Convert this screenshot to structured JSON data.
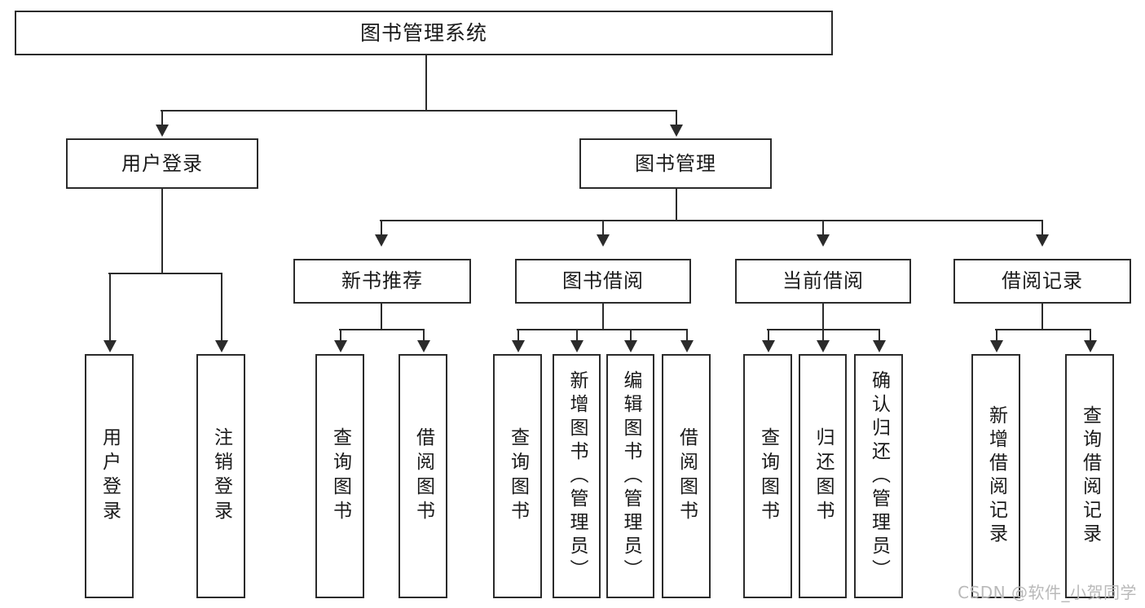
{
  "diagram": {
    "title": "图书管理系统",
    "type": "tree",
    "watermark": "CSDN @软件_小贺同学",
    "colors": {
      "stroke": "#2b2b2b",
      "fill": "#ffffff",
      "text": "#1a1a1a",
      "watermark": "#b9b9b9"
    },
    "nodes": {
      "root": {
        "label": "图书管理系统",
        "level": 1
      },
      "level2": [
        {
          "id": "user-login",
          "label": "用户登录"
        },
        {
          "id": "book-manage",
          "label": "图书管理"
        }
      ],
      "level3": [
        {
          "id": "new-book-recommend",
          "label": "新书推荐",
          "parent": "book-manage"
        },
        {
          "id": "book-borrow",
          "label": "图书借阅",
          "parent": "book-manage"
        },
        {
          "id": "current-borrow",
          "label": "当前借阅",
          "parent": "book-manage"
        },
        {
          "id": "borrow-record",
          "label": "借阅记录",
          "parent": "book-manage"
        }
      ],
      "leaves": [
        {
          "id": "leaf-user-login",
          "label": "用户登录",
          "parent": "user-login"
        },
        {
          "id": "leaf-user-logout",
          "label": "注销登录",
          "parent": "user-login"
        },
        {
          "id": "leaf-query-book-1",
          "label": "查询图书",
          "parent": "new-book-recommend"
        },
        {
          "id": "leaf-borrow-book-1",
          "label": "借阅图书",
          "parent": "new-book-recommend"
        },
        {
          "id": "leaf-query-book-2",
          "label": "查询图书",
          "parent": "book-borrow"
        },
        {
          "id": "leaf-add-book",
          "label": "新增图书（管理员）",
          "parent": "book-borrow"
        },
        {
          "id": "leaf-edit-book",
          "label": "编辑图书（管理员）",
          "parent": "book-borrow"
        },
        {
          "id": "leaf-borrow-book-2",
          "label": "借阅图书",
          "parent": "book-borrow"
        },
        {
          "id": "leaf-query-book-3",
          "label": "查询图书",
          "parent": "current-borrow"
        },
        {
          "id": "leaf-return-book",
          "label": "归还图书",
          "parent": "current-borrow"
        },
        {
          "id": "leaf-confirm-return",
          "label": "确认归还（管理员）",
          "parent": "current-borrow"
        },
        {
          "id": "leaf-add-record",
          "label": "新增借阅记录",
          "parent": "borrow-record"
        },
        {
          "id": "leaf-query-record",
          "label": "查询借阅记录",
          "parent": "borrow-record"
        }
      ]
    }
  }
}
